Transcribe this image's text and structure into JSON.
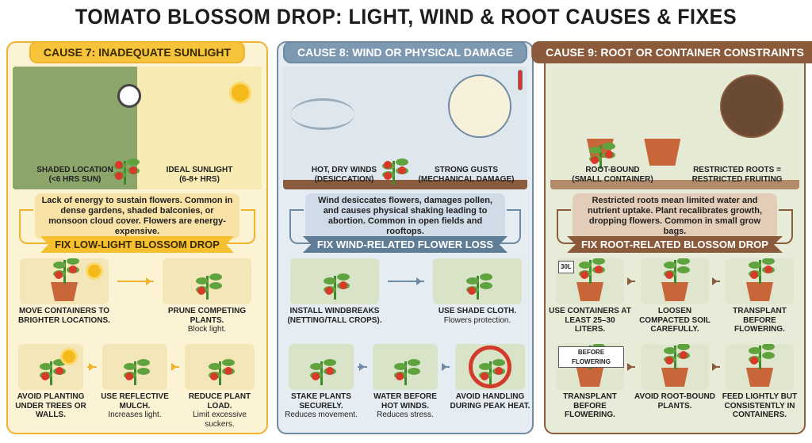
{
  "title": "TOMATO BLOSSOM DROP: LIGHT, WIND & ROOT CAUSES & FIXES",
  "panels": [
    {
      "id": "sunlight",
      "cause": "CAUSE 7: INADEQUATE SUNLIGHT",
      "colors": {
        "bg": "#fcf2d4",
        "border": "#efb32e",
        "tab": "#f6c43a",
        "tab_text": "#3a2a00",
        "desc": "#f8e2a6",
        "banner": "#f6bf2f",
        "banner_text": "#3a2a00",
        "scene": "#a9c47e"
      },
      "scene_labels": [
        "SHADED LOCATION\n(<6 HRS SUN)",
        "IDEAL SUNLIGHT\n(6-8+ HRS)"
      ],
      "description": "Lack of energy to sustain flowers. Common in dense gardens, shaded balconies, or monsoon cloud cover. Flowers are energy-expensive.",
      "fix_title": "FIX LOW-LIGHT BLOSSOM DROP",
      "fixes": [
        {
          "bold": "MOVE CONTAINERS TO BRIGHTER LOCATIONS.",
          "note": ""
        },
        {
          "bold": "PRUNE COMPETING PLANTS.",
          "note": "Block light."
        },
        {
          "bold": "AVOID PLANTING UNDER TREES OR WALLS.",
          "note": ""
        },
        {
          "bold": "USE REFLECTIVE MULCH.",
          "note": "Increases light."
        },
        {
          "bold": "REDUCE PLANT LOAD.",
          "note": "Limit excessive suckers."
        }
      ],
      "icons": [
        "clock-icon",
        "sun-icon"
      ]
    },
    {
      "id": "wind",
      "cause": "CAUSE 8: WIND OR PHYSICAL DAMAGE",
      "colors": {
        "bg": "#e5ecf2",
        "border": "#6f8aa3",
        "tab": "#7d98b1",
        "tab_text": "#ffffff",
        "desc": "#cfdbe6",
        "banner": "#5f7d97",
        "banner_text": "#ffffff",
        "scene": "#dfe7ee"
      },
      "scene_labels": [
        "HOT, DRY WINDS\n(DESICCATION)",
        "STRONG GUSTS\n(MECHANICAL DAMAGE)"
      ],
      "description": "Wind desiccates flowers, damages pollen, and causes physical shaking leading to abortion. Common in open fields and rooftops.",
      "fix_title": "FIX WIND-RELATED FLOWER LOSS",
      "fixes": [
        {
          "bold": "INSTALL WINDBREAKS (NETTING/TALL CROPS).",
          "note": ""
        },
        {
          "bold": "USE SHADE CLOTH.",
          "note": "Flowers protection."
        },
        {
          "bold": "STAKE PLANTS SECURELY.",
          "note": "Reduces movement."
        },
        {
          "bold": "WATER BEFORE HOT WINDS.",
          "note": "Reduces stress."
        },
        {
          "bold": "AVOID HANDLING DURING PEAK HEAT.",
          "note": ""
        }
      ],
      "icons": [
        "thermometer-icon",
        "wind-icon"
      ]
    },
    {
      "id": "roots",
      "cause": "CAUSE 9: ROOT OR CONTAINER CONSTRAINTS",
      "colors": {
        "bg": "#e7ecd9",
        "border": "#8a5b3d",
        "tab": "#8b5a3b",
        "tab_text": "#ffffff",
        "desc": "#e3cdb8",
        "banner": "#8b5a3b",
        "banner_text": "#ffffff",
        "scene": "#e4ead3"
      },
      "scene_labels": [
        "ROOT-BOUND\n(SMALL CONTAINER)",
        "RESTRICTED ROOTS =\nRESTRICTED FRUITING"
      ],
      "description": "Restricted roots mean limited water and nutrient uptake. Plant recalibrates growth, dropping flowers. Common in small grow bags.",
      "fix_title": "FIX ROOT-RELATED BLOSSOM DROP",
      "fixes": [
        {
          "bold": "USE CONTAINERS AT LEAST 25–30 LITERS.",
          "note": "",
          "tag": "30L"
        },
        {
          "bold": "LOOSEN COMPACTED SOIL CAREFULLY.",
          "note": ""
        },
        {
          "bold": "TRANSPLANT BEFORE FLOWERING.",
          "note": ""
        },
        {
          "bold": "TRANSPLANT BEFORE FLOWERING.",
          "note": "",
          "tag": "BEFORE FLOWERING"
        },
        {
          "bold": "AVOID ROOT-BOUND PLANTS.",
          "note": ""
        },
        {
          "bold": "FEED LIGHTLY BUT CONSISTENTLY IN CONTAINERS.",
          "note": ""
        }
      ],
      "icons": [
        "pot-icon",
        "roots-icon"
      ]
    }
  ]
}
